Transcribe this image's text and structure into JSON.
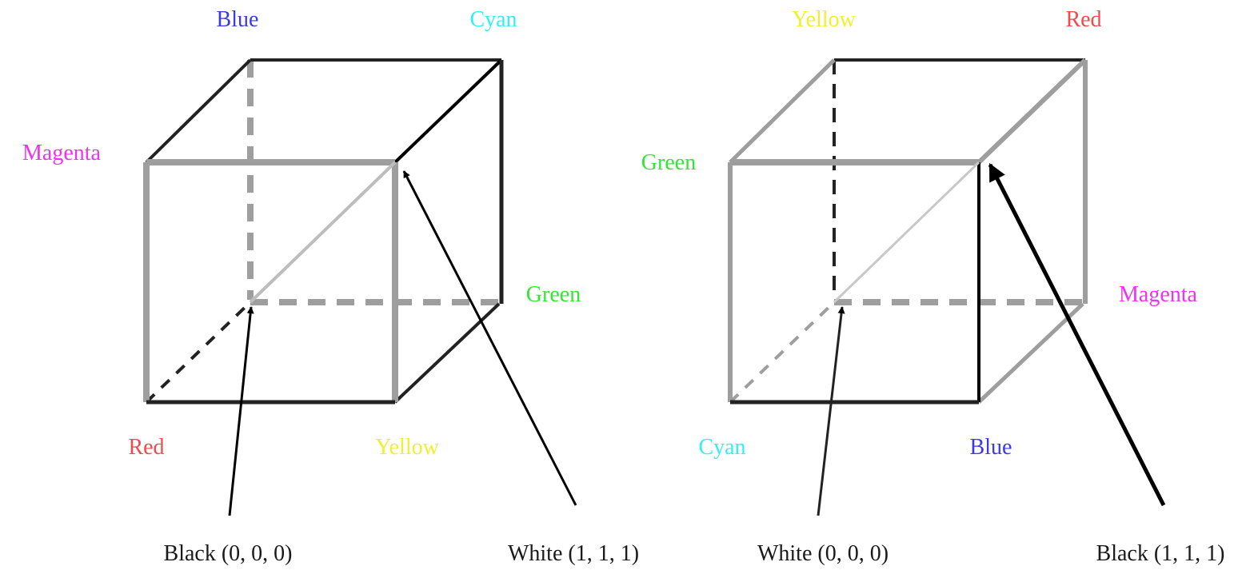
{
  "colors": {
    "Blue": "#3a3ae6",
    "Cyan": "#33f0f0",
    "Magenta": "#ee33ee",
    "Green": "#33e633",
    "Red": "#f04a4a",
    "Yellow": "#f0f033"
  },
  "cubes": [
    {
      "id": "rgb",
      "vertex_labels": {
        "back_top_left": "Blue",
        "back_top_right": "Cyan",
        "front_top_left": "Magenta",
        "back_bottom_right": "Green",
        "front_bottom_left": "Red",
        "front_bottom_right": "Yellow"
      },
      "origin_caption": "Black (0, 0, 0)",
      "far_caption": "White (1, 1, 1)"
    },
    {
      "id": "cmy",
      "vertex_labels": {
        "back_top_left": "Yellow",
        "back_top_right": "Red",
        "front_top_left": "Green",
        "back_bottom_right": "Magenta",
        "front_bottom_left": "Cyan",
        "front_bottom_right": "Blue"
      },
      "origin_caption": "White (0, 0, 0)",
      "far_caption": "Black (1, 1, 1)"
    }
  ]
}
